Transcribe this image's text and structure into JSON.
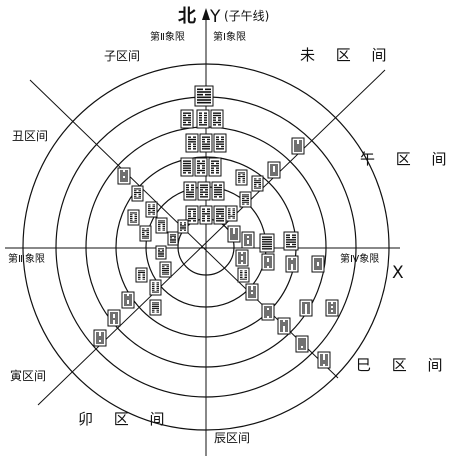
{
  "top": {
    "north": "北",
    "y_axis": "Y",
    "meridian": "(子午线)"
  },
  "quadrants": {
    "q1": "第Ⅰ象限",
    "q2": "第Ⅱ象限",
    "q3": "第Ⅲ象限",
    "q4": "第Ⅳ象限"
  },
  "x_axis": "X",
  "zones": {
    "zi": "子区间",
    "wei": "未 区 间",
    "chou": "丑区间",
    "wu": "午 区 间",
    "yin": "寅区间",
    "si": "巳 区 间",
    "mao": "卯 区 间",
    "chen": "辰区间"
  },
  "styles": {
    "line_color": "#111111",
    "background": "#ffffff"
  }
}
